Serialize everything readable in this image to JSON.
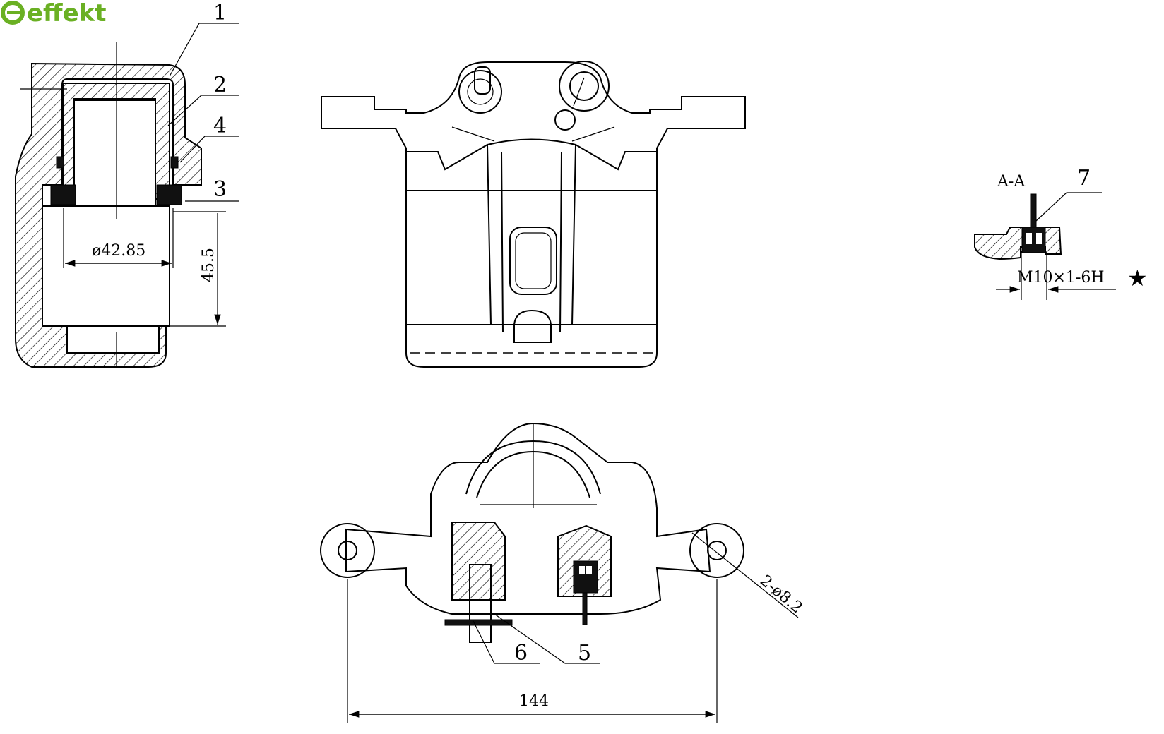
{
  "logo": {
    "text": "effekt",
    "color": "#6ab023"
  },
  "section_view": {
    "callouts": [
      "1",
      "2",
      "4",
      "3"
    ],
    "piston_diameter": "ø42.85",
    "depth": "45.5"
  },
  "front_view": {},
  "detail_aa": {
    "title": "A-A",
    "callout": "7",
    "thread": "M10×1-6H",
    "mark": "★"
  },
  "bottom_view": {
    "callouts": [
      "6",
      "5"
    ],
    "hole_spacing": "144",
    "holes": "2-ø8.2"
  }
}
